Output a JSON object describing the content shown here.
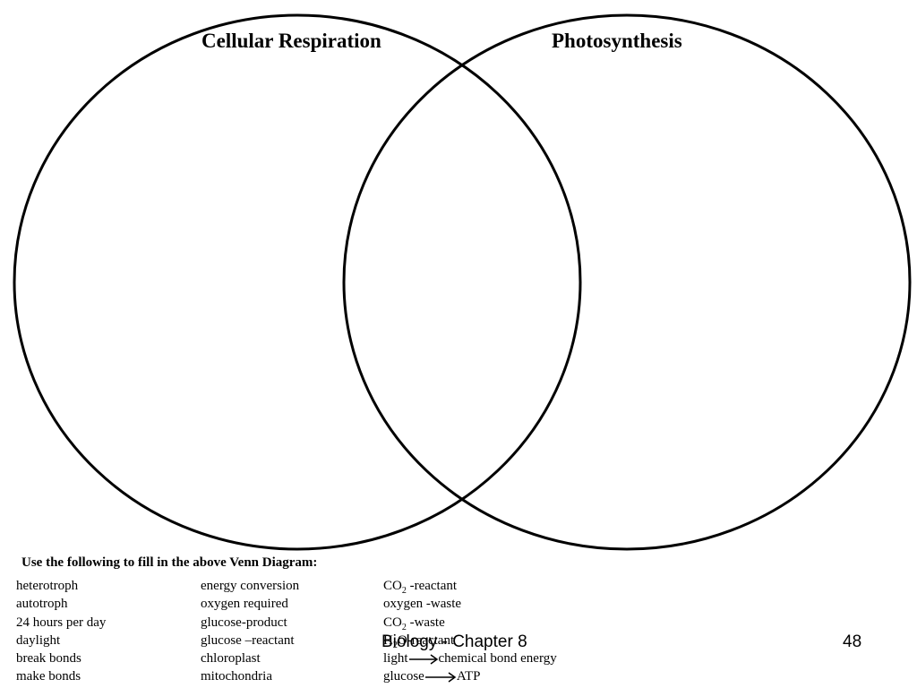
{
  "diagram": {
    "left_circle_title": "Cellular Respiration",
    "right_circle_title": "Photosynthesis"
  },
  "word_bank": {
    "instruction": "Use the following to fill in the above Venn Diagram:",
    "column1": [
      "heterotroph",
      "autotroph",
      "24 hours per day",
      "daylight",
      "break bonds",
      "make bonds"
    ],
    "column2": [
      "energy conversion",
      "oxygen required",
      "glucose-product",
      "glucose –reactant",
      "chloroplast",
      "mitochondria"
    ],
    "column3": {
      "co2_reactant": {
        "base": "CO",
        "sub": "2",
        "rest": " -reactant"
      },
      "oxygen_waste": "oxygen -waste",
      "co2_waste": {
        "base": "CO",
        "sub": "2",
        "rest": " -waste"
      },
      "h2o_reactant": {
        "base": "H",
        "sub": "2",
        "rest": "O-reactant"
      },
      "light_to_energy": {
        "from": "light",
        "to": "chemical bond energy"
      },
      "glucose_to_atp": {
        "from": "glucose",
        "to": "ATP"
      }
    }
  },
  "footer": {
    "text": "Biology - Chapter 8",
    "page_number": "48"
  }
}
